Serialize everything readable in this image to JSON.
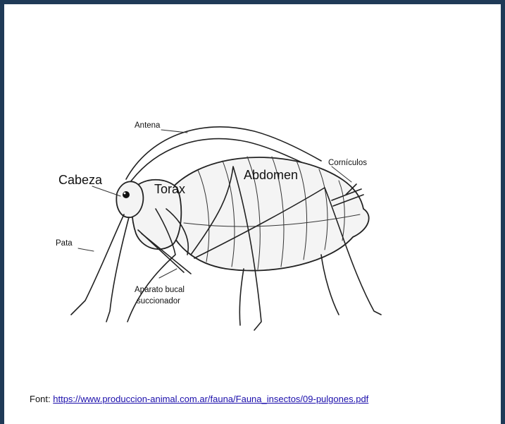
{
  "diagram": {
    "labels": {
      "antena": "Antena",
      "cabeza": "Cabeza",
      "torax": "Torax",
      "abdomen": "Abdomen",
      "corniculos": "Cornículos",
      "pata": "Pata",
      "aparato_line1": "Aparato bucal",
      "aparato_line2": "succionador"
    }
  },
  "source": {
    "prefix": "Font: ",
    "link_text": "https://www.produccion-animal.com.ar/fauna/Fauna_insectos/09-pulgones.pdf"
  }
}
